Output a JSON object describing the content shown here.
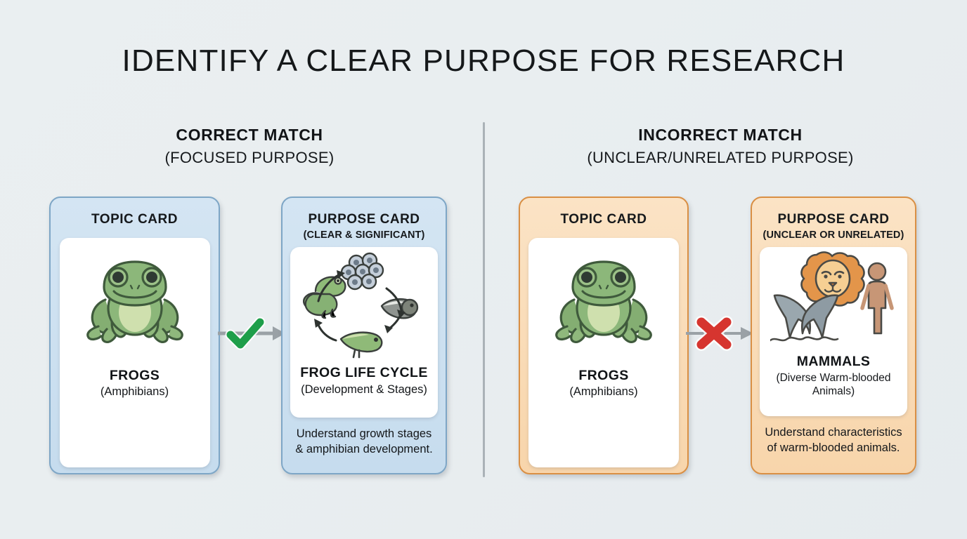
{
  "page": {
    "title": "IDENTIFY A CLEAR PURPOSE FOR RESEARCH",
    "background_color": "#e9eef0"
  },
  "columns": [
    {
      "id": "correct",
      "heading": "CORRECT MATCH",
      "subheading": "(FOCUSED PURPOSE)",
      "accent_color": "#7ea6c6",
      "fill_color": "#cfe1f0",
      "connector": {
        "icon": "check-mark-icon",
        "color": "#1e9e4a",
        "arrow_color": "#9aa1a6"
      }
    },
    {
      "id": "incorrect",
      "heading": "INCORRECT MATCH",
      "subheading": "(UNCLEAR/UNRELATED PURPOSE)",
      "accent_color": "#d98f44",
      "fill_color": "#fae0c0",
      "connector": {
        "icon": "cross-mark-icon",
        "color": "#d6352f",
        "arrow_color": "#9aa1a6"
      }
    }
  ],
  "cards": {
    "topic_left": {
      "header_title": "TOPIC CARD",
      "header_sub": "",
      "art_icon": "frog-icon",
      "label_main": "FROGS",
      "label_sub": "(Amphibians)",
      "caption": ""
    },
    "purpose_left": {
      "header_title": "PURPOSE CARD",
      "header_sub": "(CLEAR & SIGNIFICANT)",
      "art_icon": "frog-life-cycle-icon",
      "label_main": "FROG LIFE CYCLE",
      "label_sub": "(Development & Stages)",
      "caption": "Understand growth stages & amphibian development."
    },
    "topic_right": {
      "header_title": "TOPIC CARD",
      "header_sub": "",
      "art_icon": "frog-icon",
      "label_main": "FROGS",
      "label_sub": "(Amphibians)",
      "caption": ""
    },
    "purpose_right": {
      "header_title": "PURPOSE CARD",
      "header_sub": "(UNCLEAR OR UNRELATED)",
      "art_icon": "mammals-icon",
      "label_main": "MAMMALS",
      "label_sub": "(Diverse Warm-blooded Animals)",
      "caption": "Understand characteristics of warm-blooded animals."
    }
  },
  "life_cycle_stages": [
    "eggs",
    "tadpole",
    "froglet",
    "adult-frog"
  ],
  "mammal_examples": [
    "lion",
    "whale",
    "human"
  ]
}
